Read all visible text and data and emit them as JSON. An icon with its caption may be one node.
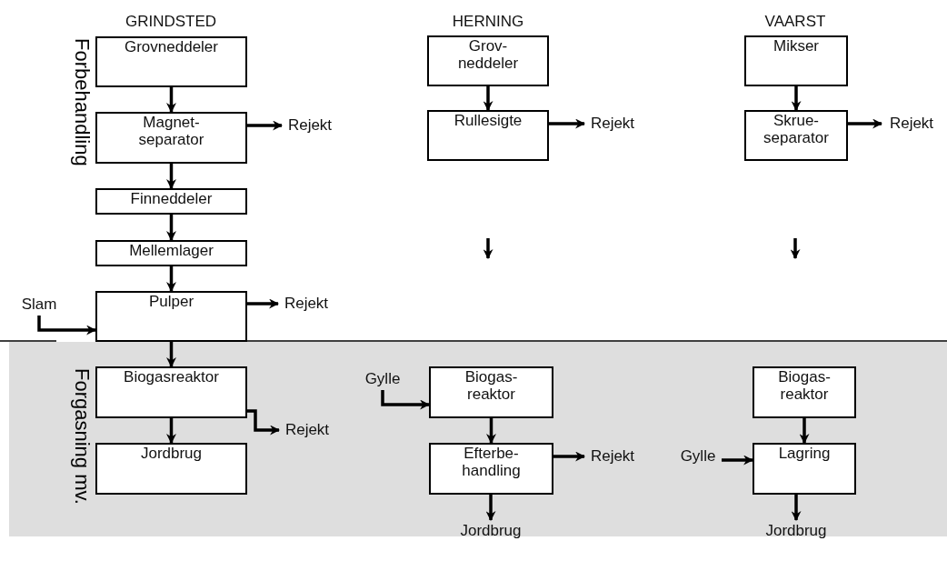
{
  "diagram": {
    "nodes": [
      {
        "text": [
          "Grovneddeler"
        ]
      },
      {
        "text": [
          "Magnet- separator"
        ]
      },
      {
        "text": [
          "Rejekt"
        ]
      },
      {
        "text": [
          "Finneddeler"
        ]
      },
      {
        "text": [
          "Mellemlager"
        ]
      },
      {
        "text": [
          "Slam"
        ]
      },
      {
        "text": [
          "Pulper"
        ]
      },
      {
        "text": [
          "Rejekt"
        ]
      },
      {
        "text": [
          "Biogasreaktor"
        ]
      },
      {
        "text": [
          "Jordbrug"
        ]
      },
      {
        "text": [
          "Rejekt"
        ]
      },
      {
        "text": [
          "Grov- neddeler"
        ]
      },
      {
        "text": [
          "Rullesigte"
        ]
      },
      {
        "text": [
          "Rejekt"
        ]
      },
      {
        "text": [
          "Gylle"
        ]
      },
      {
        "text": [
          "Biogas- reaktor"
        ]
      },
      {
        "text": [
          "Efterbe- handling"
        ]
      },
      {
        "text": [
          "Rejekt"
        ]
      },
      {
        "text": [
          "Jordbrug"
        ]
      },
      {
        "text": [
          "Mikser"
        ]
      },
      {
        "text": [
          "Skrue- separator"
        ]
      },
      {
        "text": [
          "Rejekt"
        ]
      },
      {
        "text": [
          "Biogas- reaktor"
        ]
      },
      {
        "text": [
          "Gylle"
        ]
      },
      {
        "text": [
          "Lagring"
        ]
      },
      {
        "text": [
          "Jordbrug"
        ]
      }
    ],
    "edges": [
      {
        "from": 0,
        "to": 1,
        "arrow": "to"
      },
      {
        "from": 1,
        "to": 2,
        "arrow": "to"
      },
      {
        "from": 1,
        "to": 3,
        "arrow": "to"
      },
      {
        "from": 3,
        "to": 4,
        "arrow": "to"
      },
      {
        "from": 4,
        "to": 6,
        "arrow": "to"
      },
      {
        "from": 5,
        "to": 6,
        "arrow": "to"
      },
      {
        "from": 6,
        "to": 7,
        "arrow": "to"
      },
      {
        "from": 6,
        "to": 8,
        "arrow": "to"
      },
      {
        "from": 8,
        "to": 9,
        "arrow": "to"
      },
      {
        "from": 8,
        "to": 10,
        "arrow": "to"
      },
      {
        "from": 11,
        "to": 12,
        "arrow": "to"
      },
      {
        "from": 12,
        "to": 13,
        "arrow": "to"
      },
      {
        "from": 14,
        "to": 15,
        "arrow": "to"
      },
      {
        "from": 15,
        "to": 16,
        "arrow": "to"
      },
      {
        "from": 16,
        "to": 17,
        "arrow": "to"
      },
      {
        "from": 16,
        "to": 18,
        "arrow": "to"
      },
      {
        "from": 19,
        "to": 20,
        "arrow": "to"
      },
      {
        "from": 20,
        "to": 21,
        "arrow": "to"
      },
      {
        "from": 22,
        "to": 24,
        "arrow": "to"
      },
      {
        "from": 23,
        "to": 24,
        "arrow": "to"
      },
      {
        "from": 24,
        "to": 25,
        "arrow": "to"
      }
    ],
    "labels": [
      "GRINDSTED",
      "HERNING",
      "VAARST",
      "Forbehandling",
      "Forgasning mv."
    ]
  }
}
